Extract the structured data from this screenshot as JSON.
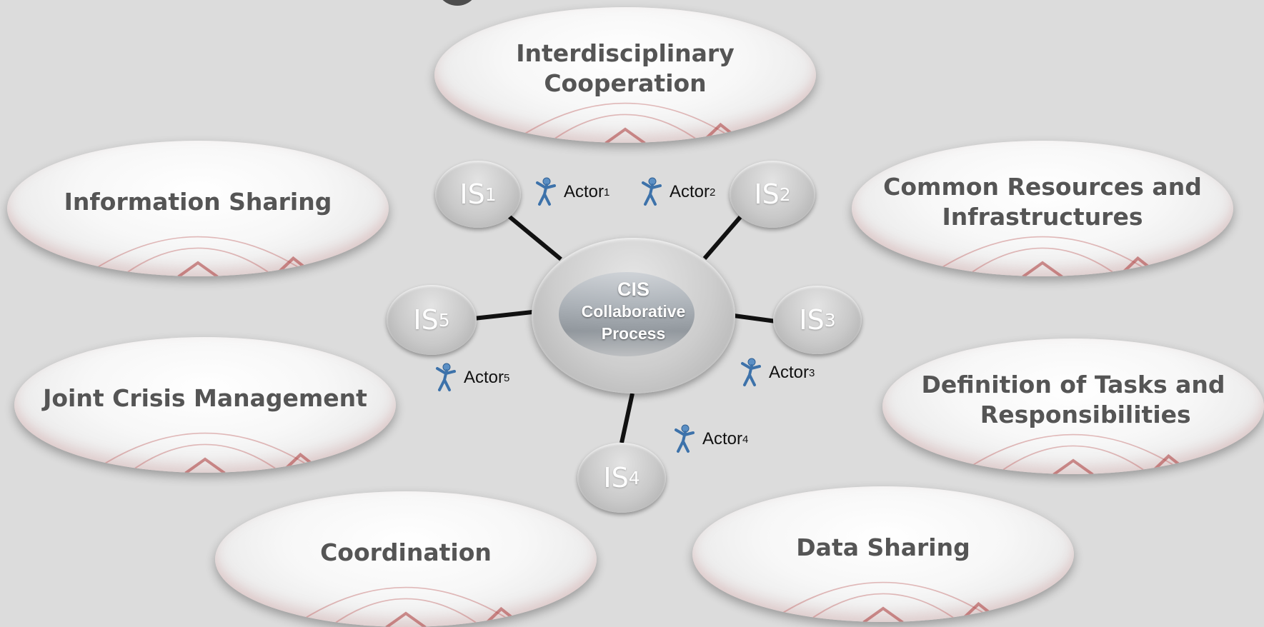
{
  "center": {
    "title": "CIS",
    "subtitle_line1": "Collaborative",
    "subtitle_line2": "Process"
  },
  "concepts": {
    "interdisciplinary": "Interdisciplinary\nCooperation",
    "information_sharing": "Information Sharing",
    "common_resources": "Common Resources and\nInfrastructures",
    "joint_crisis": "Joint Crisis Management",
    "definition_tasks": "Definition of Tasks and\n   Responsibilities",
    "coordination": "Coordination",
    "data_sharing": "Data Sharing"
  },
  "is_nodes": {
    "is1": {
      "label": "IS",
      "index": "1"
    },
    "is2": {
      "label": "IS",
      "index": "2"
    },
    "is3": {
      "label": "IS",
      "index": "3"
    },
    "is4": {
      "label": "IS",
      "index": "4"
    },
    "is5": {
      "label": "IS",
      "index": "5"
    }
  },
  "actors": {
    "a1": {
      "label": "Actor",
      "index": "1"
    },
    "a2": {
      "label": "Actor",
      "index": "2"
    },
    "a3": {
      "label": "Actor",
      "index": "3"
    },
    "a4": {
      "label": "Actor",
      "index": "4"
    },
    "a5": {
      "label": "Actor",
      "index": "5"
    }
  },
  "icons": {
    "actor": "person-figure-icon",
    "deco": "red-arc-pattern"
  },
  "colors": {
    "background": "#dcdcdc",
    "concept_text": "#555555",
    "connector": "#111111",
    "node_fill": "#c9c9c9",
    "deco_red": "#c46a6a"
  }
}
